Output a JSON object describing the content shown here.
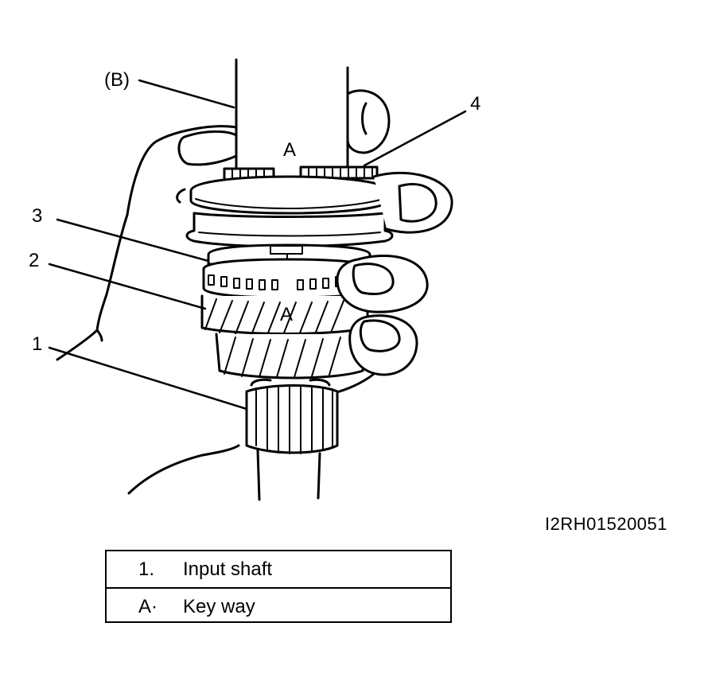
{
  "callouts": {
    "b": "(B)",
    "n4": "4",
    "n3": "3",
    "n2": "2",
    "n1": "1",
    "a_upper": "A",
    "a_lower": "A"
  },
  "reference_code": "I2RH01520051",
  "legend": {
    "rows": [
      {
        "key": "1.",
        "text": "Input shaft"
      },
      {
        "key": "A·",
        "text": "Key way"
      }
    ]
  }
}
